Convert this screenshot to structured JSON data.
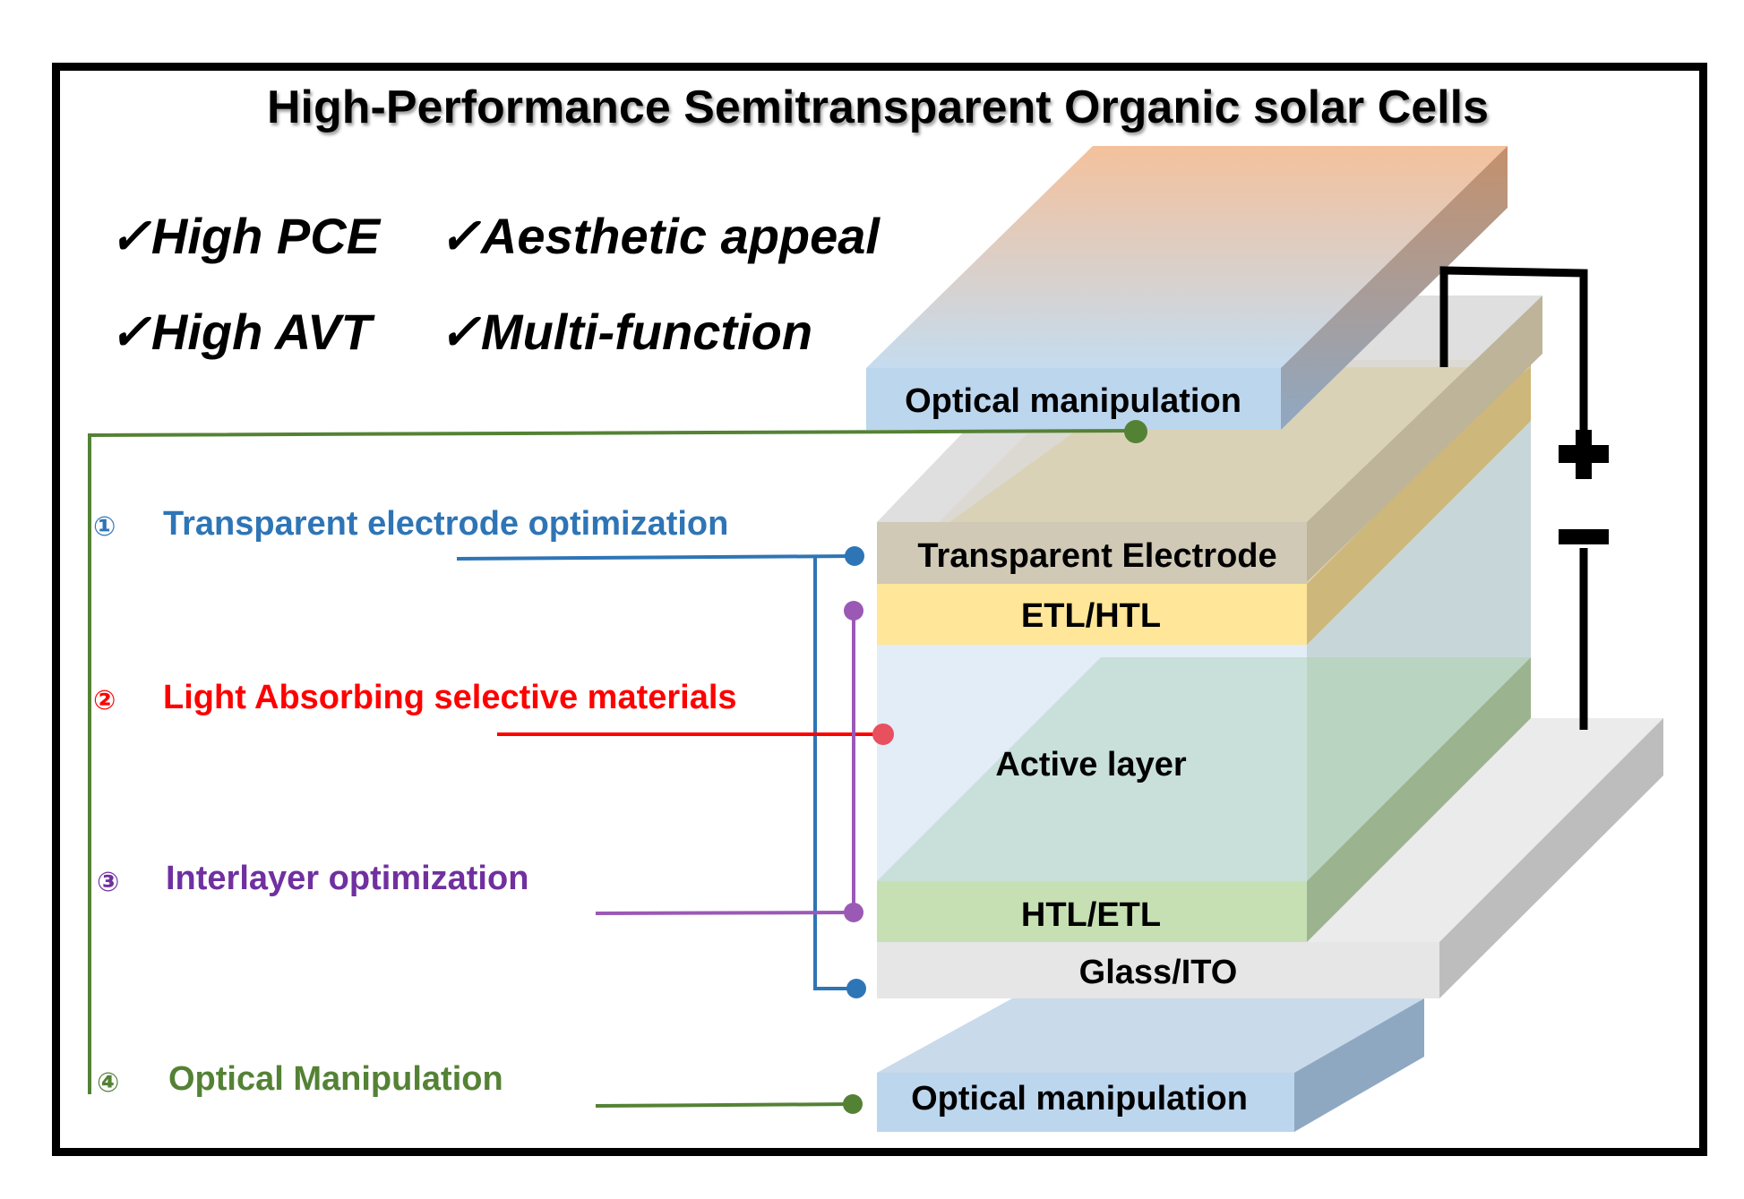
{
  "title": "High-Performance Semitransparent Organic solar Cells",
  "features": [
    {
      "check": "✓",
      "label": "High PCE"
    },
    {
      "check": "✓",
      "label": "Aesthetic appeal"
    },
    {
      "check": "✓",
      "label": "High AVT"
    },
    {
      "check": "✓",
      "label": "Multi-function"
    }
  ],
  "layers": {
    "top_optical": "Optical manipulation",
    "transparent_electrode": "Transparent Electrode",
    "etl_htl": "ETL/HTL",
    "active": "Active layer",
    "htl_etl": "HTL/ETL",
    "glass_ito": "Glass/ITO",
    "bottom_optical": "Optical manipulation"
  },
  "strategies": [
    {
      "number": "①",
      "label": "Transparent electrode optimization",
      "color": "#2e75b6"
    },
    {
      "number": "②",
      "label": "Light Absorbing selective materials",
      "color": "#ff0000"
    },
    {
      "number": "③",
      "label": "Interlayer optimization",
      "color": "#7030a0"
    },
    {
      "number": "④",
      "label": "Optical Manipulation",
      "color": "#548235"
    }
  ],
  "circuit": {
    "plus": "+",
    "minus": "−"
  }
}
